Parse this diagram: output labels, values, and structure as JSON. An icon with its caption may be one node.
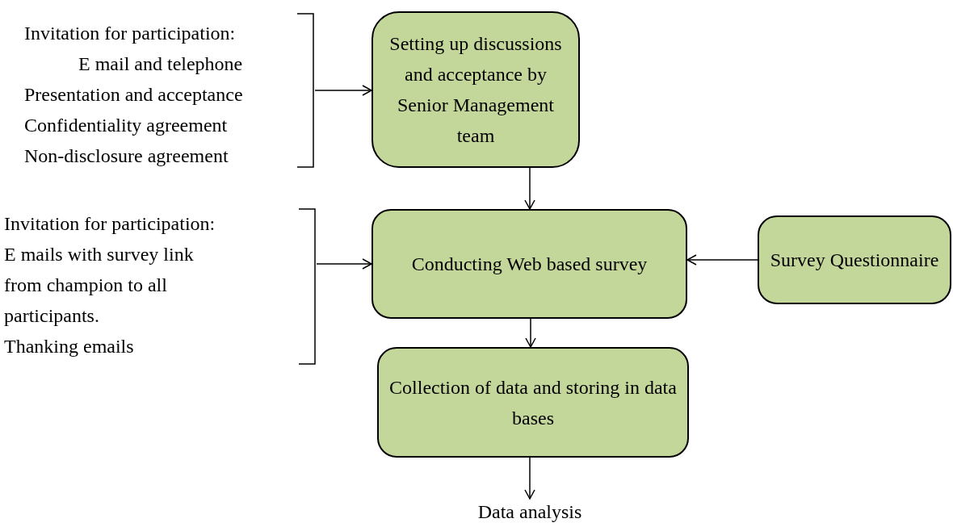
{
  "diagram": {
    "nodes": [
      {
        "text": [
          "Invitation for participation:",
          "E mail and telephone",
          "Presentation and acceptance",
          "Confidentiality agreement",
          "Non-disclosure agreement"
        ]
      },
      {
        "text": [
          "Setting up discussions and acceptance by Senior Management team"
        ]
      },
      {
        "text": [
          "Invitation for participation:",
          "E mails with survey link from champion to all participants.",
          "Thanking emails"
        ]
      },
      {
        "text": [
          "Conducting Web based survey"
        ]
      },
      {
        "text": [
          "Survey Questionnaire"
        ]
      },
      {
        "text": [
          "Collection of data and storing in data bases"
        ]
      },
      {
        "text": [
          "Data analysis"
        ]
      }
    ],
    "edges": [
      {
        "from": 0,
        "to": 1,
        "arrow": "to"
      },
      {
        "from": 1,
        "to": 3,
        "arrow": "to"
      },
      {
        "from": 2,
        "to": 3,
        "arrow": "to"
      },
      {
        "from": 4,
        "to": 3,
        "arrow": "to"
      },
      {
        "from": 3,
        "to": 5,
        "arrow": "to"
      },
      {
        "from": 5,
        "to": 6,
        "arrow": "to"
      }
    ]
  }
}
